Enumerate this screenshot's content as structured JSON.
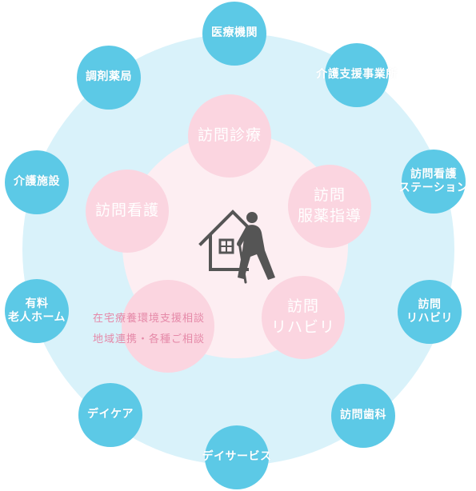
{
  "center_icon": "house-with-elderly-person-icon",
  "home_services": [
    {
      "id": "visit-medical",
      "lines": [
        "訪問診療"
      ]
    },
    {
      "id": "visit-pharmacy",
      "lines": [
        "訪問",
        "服薬指導"
      ]
    },
    {
      "id": "visit-rehab",
      "lines": [
        "訪問",
        "リハビリ"
      ]
    },
    {
      "id": "visit-nursing",
      "lines": [
        "訪問看護"
      ]
    }
  ],
  "consultation": {
    "lines": [
      "在宅療養環境支援相談",
      "地域連携・各種ご相談"
    ]
  },
  "partners": [
    {
      "id": "medical-institution",
      "lines": [
        "医療機関"
      ]
    },
    {
      "id": "care-support-office",
      "lines": [
        "介護支援事業所"
      ]
    },
    {
      "id": "visiting-nurse-station",
      "lines": [
        "訪問看護",
        "ステーション"
      ]
    },
    {
      "id": "visit-rehab",
      "lines": [
        "訪問",
        "リハビリ"
      ]
    },
    {
      "id": "visit-dental",
      "lines": [
        "訪問歯科"
      ]
    },
    {
      "id": "day-service",
      "lines": [
        "デイサービス"
      ]
    },
    {
      "id": "day-care",
      "lines": [
        "デイケア"
      ]
    },
    {
      "id": "paid-nursing-home",
      "lines": [
        "有料",
        "老人ホーム"
      ]
    },
    {
      "id": "care-facility",
      "lines": [
        "介護施設"
      ]
    },
    {
      "id": "pharmacy",
      "lines": [
        "調剤薬局"
      ]
    }
  ],
  "colors": {
    "outer_ring": "#d9f2fa",
    "satellite": "#5cc9e6",
    "inner_disc": "#fdeef2",
    "pink_circle": "#fbd5e0",
    "pink_text": "#e589a8",
    "icon": "#555555"
  }
}
